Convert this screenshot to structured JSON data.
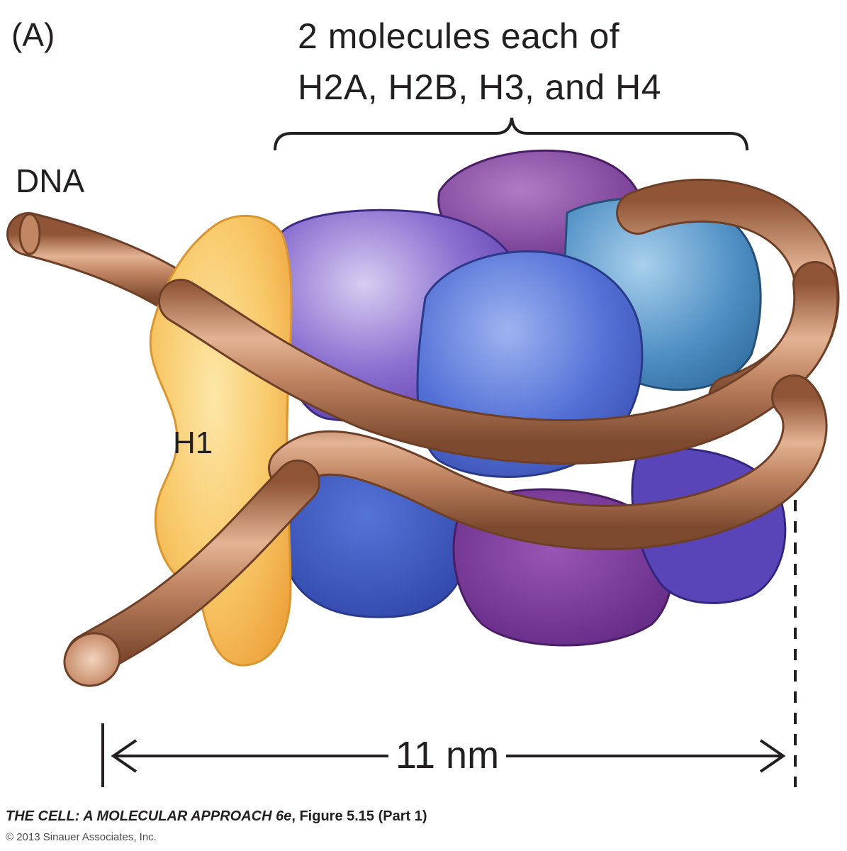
{
  "figure": {
    "panel_label": "(A)",
    "header_line1": "2 molecules each of",
    "header_line2": "H2A, H2B, H3, and H4",
    "dna_label": "DNA",
    "h1_label": "H1",
    "scale_label": "11 nm"
  },
  "caption": {
    "book_title": "THE CELL: A MOLECULAR APPROACH 6e",
    "figure_ref": ", Figure 5.15 (Part 1)",
    "copyright": "© 2013 Sinauer Associates, Inc."
  },
  "colors": {
    "dna": "#b77a55",
    "h1": "#f6bd52",
    "purple": "#7b3f9c",
    "violet": "#6a4bb8",
    "blue": "#4a60c8",
    "teal": "#3f80b3"
  }
}
